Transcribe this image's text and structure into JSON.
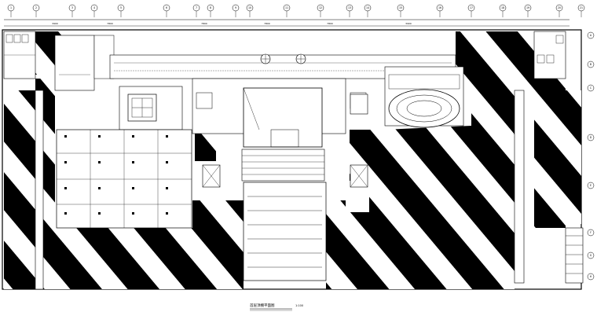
{
  "drawing": {
    "caption_title": "首层顶棚平面图",
    "caption_scale": "1:100"
  },
  "colors": {
    "hatch": "#000000",
    "line": "#000000",
    "background": "#ffffff"
  },
  "grid_labels_top": [
    "1",
    "2",
    "3",
    "4",
    "5",
    "6",
    "7",
    "8",
    "9",
    "10",
    "11",
    "12",
    "13",
    "14",
    "15",
    "16",
    "17",
    "18",
    "19",
    "20",
    "21"
  ],
  "grid_labels_side": [
    "A",
    "B",
    "C",
    "D",
    "E",
    "F",
    "G",
    "H"
  ],
  "dimension_texts": [
    "3900",
    "7800",
    "7800",
    "7800",
    "7800",
    "3900"
  ]
}
